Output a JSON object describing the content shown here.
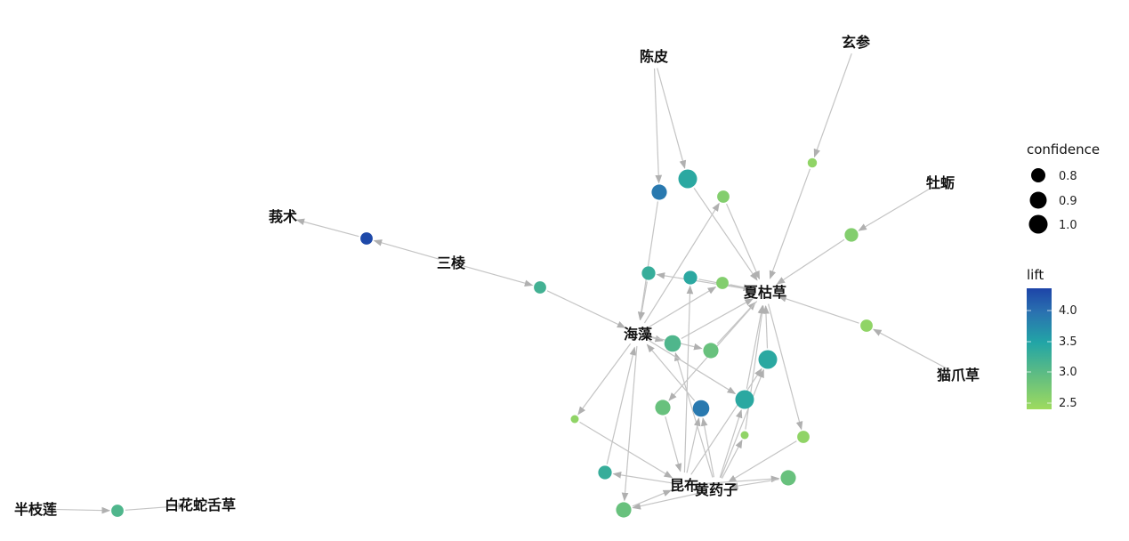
{
  "items": [
    "陈皮",
    "玄参",
    "牡蛎",
    "莪术",
    "三棱",
    "夏枯草",
    "海藻",
    "猫爪草",
    "昆布",
    "黄药子",
    "半枝莲",
    "白花蛇舌草"
  ],
  "rules": [
    {
      "id": "r1",
      "lhs": [
        "陈皮"
      ],
      "rhs": "海藻",
      "confidence": 0.92,
      "lift": 3.8
    },
    {
      "id": "r2",
      "lhs": [
        "陈皮"
      ],
      "rhs": "夏枯草",
      "confidence": 1.0,
      "lift": 3.3
    },
    {
      "id": "r3",
      "lhs": [
        "海藻"
      ],
      "rhs": "夏枯草",
      "confidence": 0.85,
      "lift": 2.6
    },
    {
      "id": "r4",
      "lhs": [
        "玄参"
      ],
      "rhs": "夏枯草",
      "confidence": 0.78,
      "lift": 2.5
    },
    {
      "id": "r5",
      "lhs": [
        "牡蛎"
      ],
      "rhs": "夏枯草",
      "confidence": 0.88,
      "lift": 2.6
    },
    {
      "id": "r6",
      "lhs": [
        "三棱"
      ],
      "rhs": "莪术",
      "confidence": 0.85,
      "lift": 4.3
    },
    {
      "id": "r7",
      "lhs": [
        "三棱"
      ],
      "rhs": "海藻",
      "confidence": 0.85,
      "lift": 3.1
    },
    {
      "id": "r8",
      "lhs": [
        "夏枯草"
      ],
      "rhs": "海藻",
      "confidence": 0.88,
      "lift": 3.2
    },
    {
      "id": "r9",
      "lhs": [
        "昆布"
      ],
      "rhs": "夏枯草",
      "confidence": 0.88,
      "lift": 3.3
    },
    {
      "id": "r10",
      "lhs": [
        "海藻"
      ],
      "rhs": "夏枯草",
      "confidence": 0.85,
      "lift": 2.6
    },
    {
      "id": "r11",
      "lhs": [
        "猫爪草"
      ],
      "rhs": "夏枯草",
      "confidence": 0.85,
      "lift": 2.5
    },
    {
      "id": "r12",
      "lhs": [
        "海藻",
        "黄药子"
      ],
      "rhs": "夏枯草",
      "confidence": 0.95,
      "lift": 3.0
    },
    {
      "id": "r13",
      "lhs": [
        "海藻"
      ],
      "rhs": "夏枯草",
      "confidence": 0.92,
      "lift": 2.8
    },
    {
      "id": "r14",
      "lhs": [
        "昆布",
        "黄药子"
      ],
      "rhs": "夏枯草",
      "confidence": 1.0,
      "lift": 3.3
    },
    {
      "id": "r15",
      "lhs": [
        "海藻"
      ],
      "rhs": "昆布",
      "confidence": 0.75,
      "lift": 2.5
    },
    {
      "id": "r16",
      "lhs": [
        "夏枯草"
      ],
      "rhs": "昆布",
      "confidence": 0.92,
      "lift": 2.8
    },
    {
      "id": "r17",
      "lhs": [
        "昆布",
        "黄药子"
      ],
      "rhs": "海藻",
      "confidence": 0.95,
      "lift": 3.8
    },
    {
      "id": "r18",
      "lhs": [
        "海藻",
        "黄药子"
      ],
      "rhs": "夏枯草",
      "confidence": 1.0,
      "lift": 3.3
    },
    {
      "id": "r19",
      "lhs": [
        "黄药子"
      ],
      "rhs": "夏枯草",
      "confidence": 0.75,
      "lift": 2.5
    },
    {
      "id": "r20",
      "lhs": [
        "夏枯草"
      ],
      "rhs": "黄药子",
      "confidence": 0.85,
      "lift": 2.5
    },
    {
      "id": "r21",
      "lhs": [
        "昆布"
      ],
      "rhs": "海藻",
      "confidence": 0.88,
      "lift": 3.2
    },
    {
      "id": "r22",
      "lhs": [
        "昆布"
      ],
      "rhs": "黄药子",
      "confidence": 0.92,
      "lift": 2.8
    },
    {
      "id": "r23",
      "lhs": [
        "海藻",
        "黄药子"
      ],
      "rhs": "昆布",
      "confidence": 0.92,
      "lift": 2.8
    },
    {
      "id": "r24",
      "lhs": [
        "半枝莲"
      ],
      "rhs": "白花蛇舌草",
      "confidence": 0.85,
      "lift": 3.0
    }
  ],
  "legend": {
    "size_title": "confidence",
    "size_ticks": [
      {
        "value": 0.8,
        "label": "0.8"
      },
      {
        "value": 0.9,
        "label": "0.9"
      },
      {
        "value": 1.0,
        "label": "1.0"
      }
    ],
    "color_title": "lift",
    "color_ticks": [
      {
        "value": 4.0,
        "label": "4.0"
      },
      {
        "value": 3.5,
        "label": "3.5"
      },
      {
        "value": 3.0,
        "label": "3.0"
      },
      {
        "value": 2.5,
        "label": "2.5"
      }
    ],
    "lift_range": [
      2.4,
      4.35
    ],
    "colors": [
      "#9edb5e",
      "#5cbb84",
      "#22a5a6",
      "#2a72b0",
      "#1d44a8"
    ]
  }
}
